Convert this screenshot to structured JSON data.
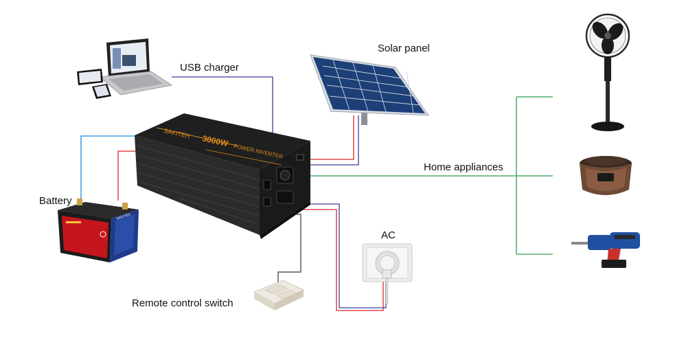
{
  "labels": {
    "usb_charger": "USB charger",
    "solar_panel": "Solar panel",
    "home_appliances": "Home appliances",
    "battery": "Battery",
    "ac": "AC",
    "remote_control_switch": "Remote control switch"
  },
  "inverter": {
    "brand": "SAKITEH",
    "model": "3000W",
    "title": "POWER INVERTER"
  },
  "battery_device": {
    "brand": "SAKITEH"
  },
  "colors": {
    "wire_positive": "#d9262c",
    "wire_negative": "#3a3d9c",
    "wire_usb": "#1e90d6",
    "wire_ac_out": "#2e9e4e",
    "wire_remote": "#333333",
    "inverter_body": "#2b2b2b",
    "inverter_accent": "#e08a1e",
    "battery_red": "#c4161c",
    "battery_blue": "#1f3a8a"
  }
}
